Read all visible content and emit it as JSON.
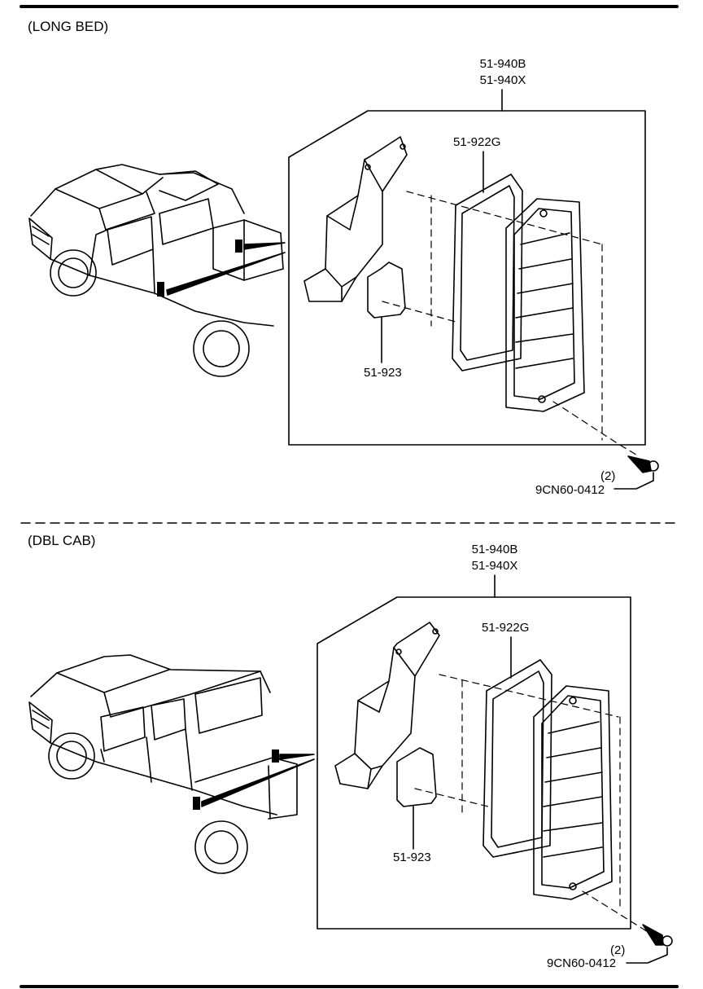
{
  "sections": [
    {
      "title": "(LONG BED)",
      "assembly_part_1": "51-940B",
      "assembly_part_2": "51-940X",
      "gasket_part": "51-922G",
      "plate_part": "51-923",
      "screw_qty": "(2)",
      "screw_part": "9CN60-0412"
    },
    {
      "title": "(DBL CAB)",
      "assembly_part_1": "51-940B",
      "assembly_part_2": "51-940X",
      "gasket_part": "51-922G",
      "plate_part": "51-923",
      "screw_qty": "(2)",
      "screw_part": "9CN60-0412"
    }
  ]
}
